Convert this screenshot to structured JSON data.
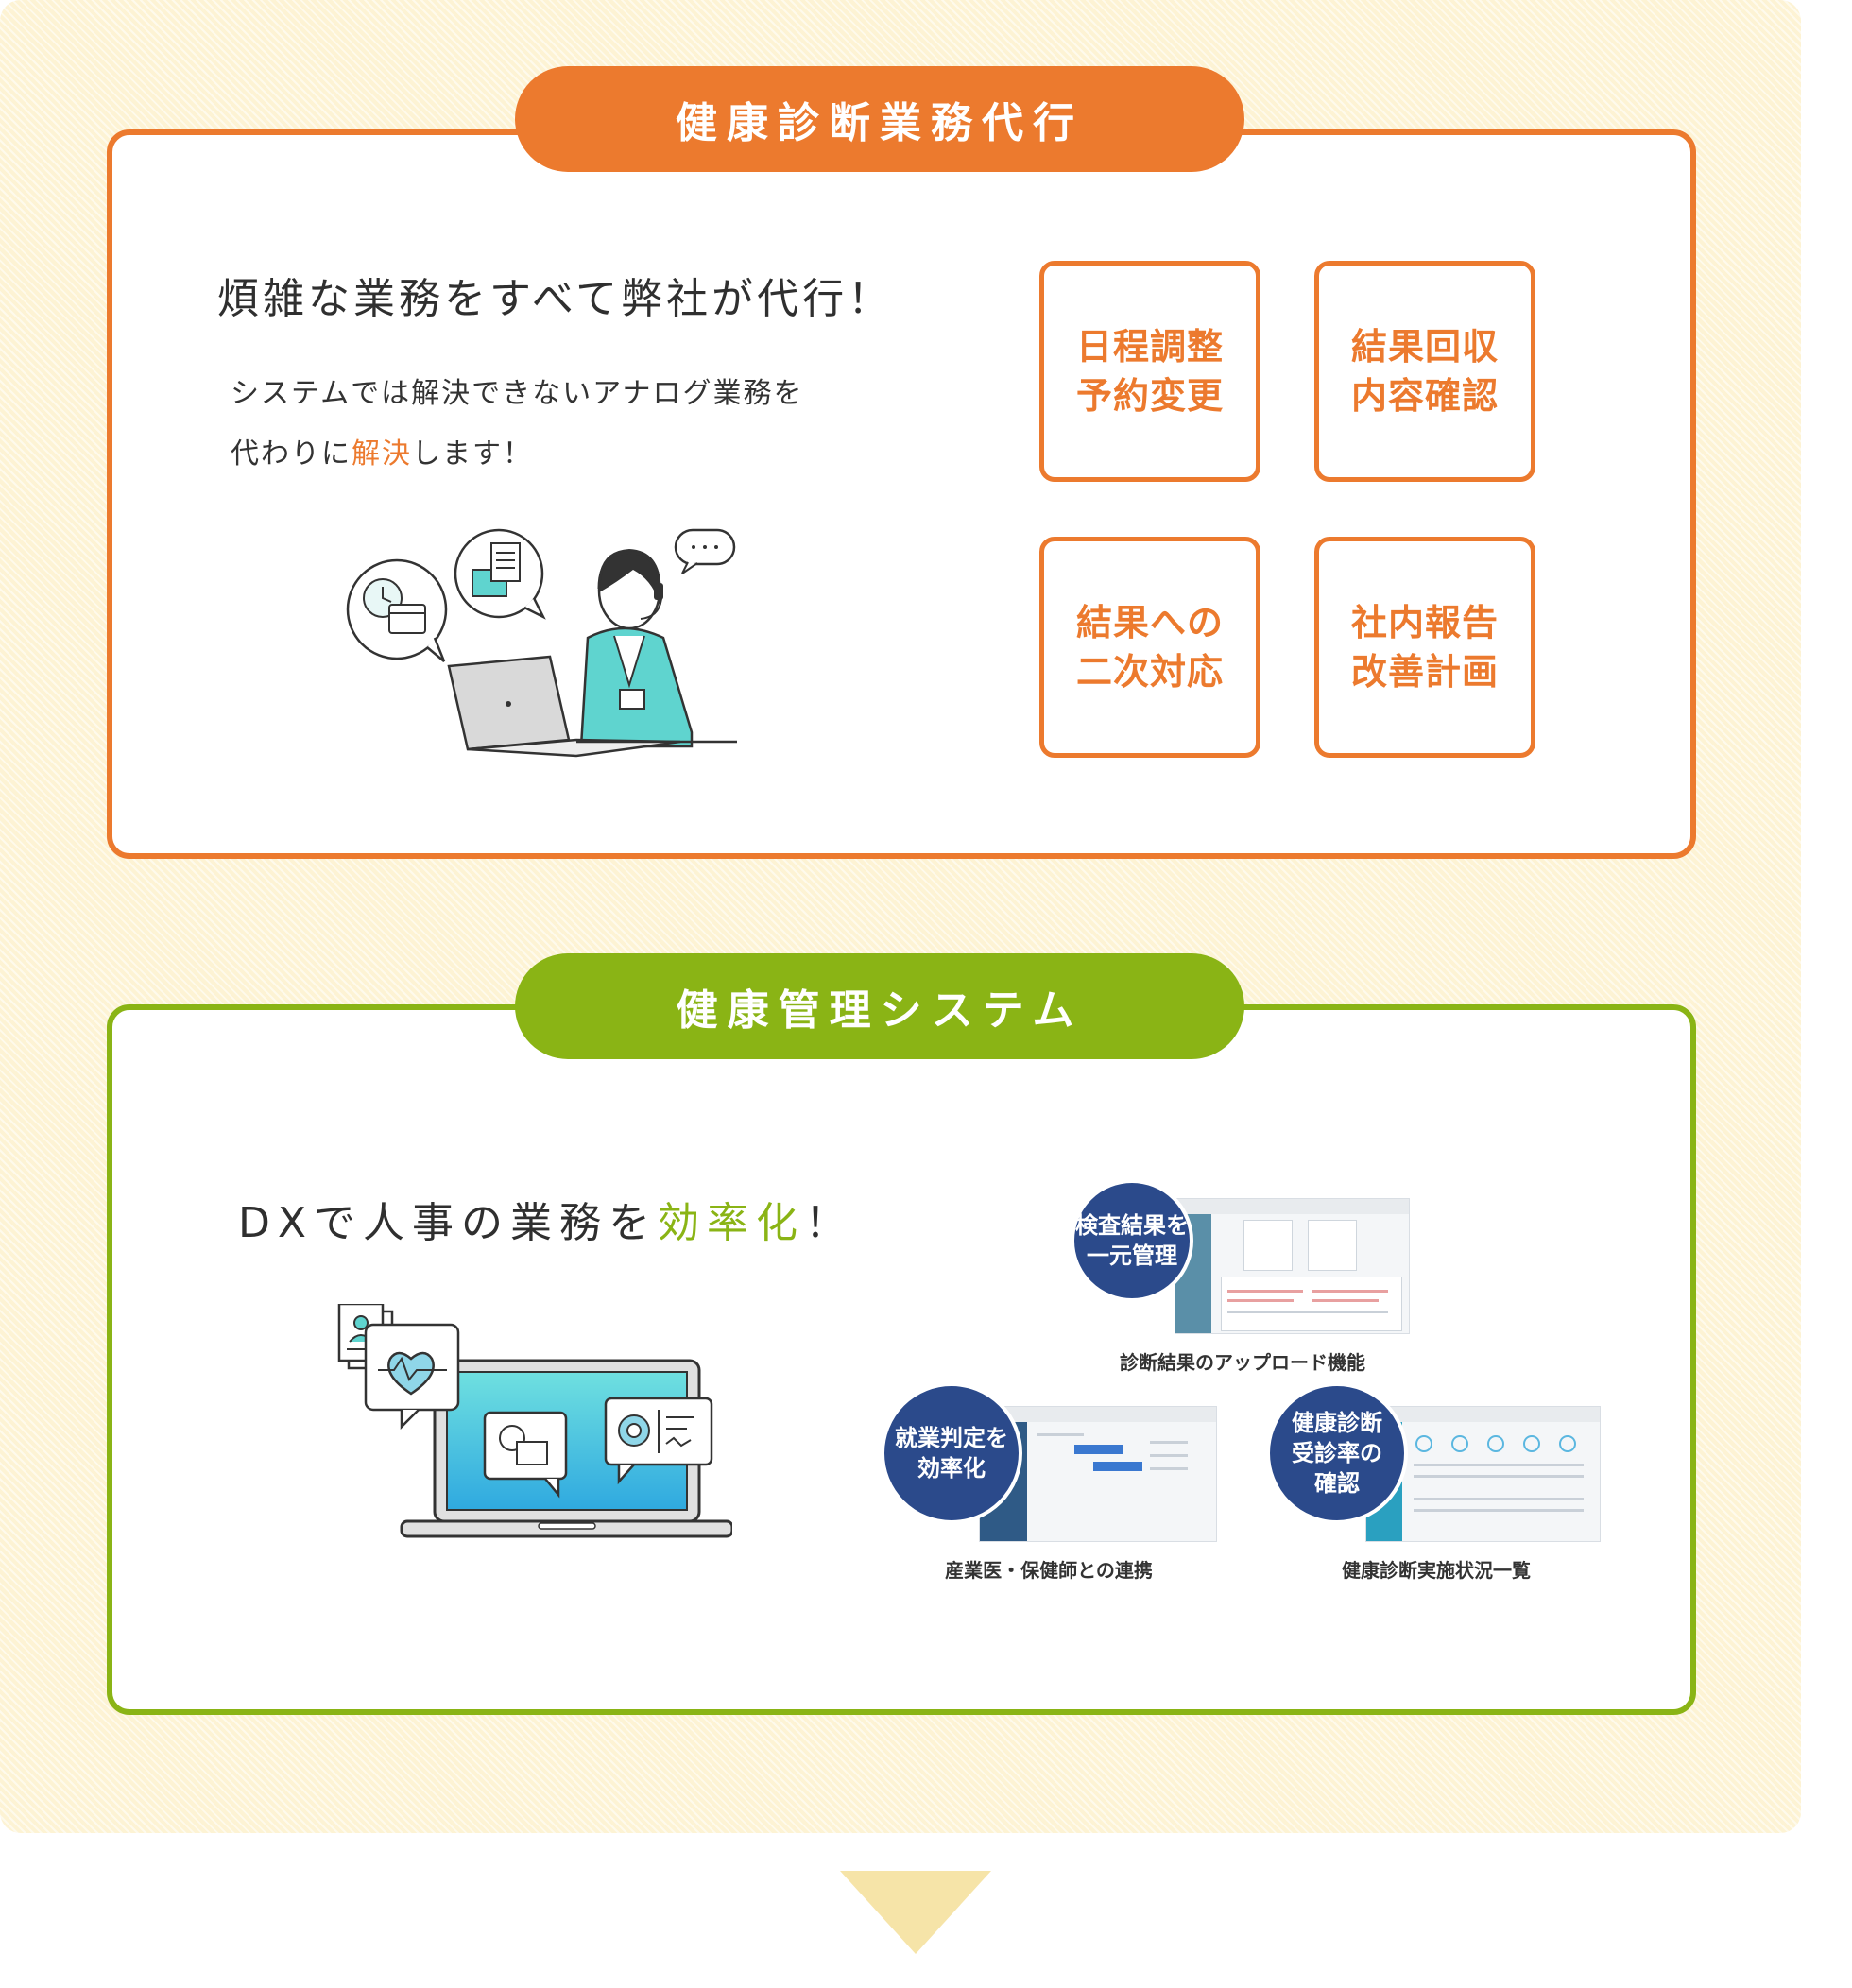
{
  "section_agency": {
    "title": "健康診断業務代行",
    "headline": "煩雑な業務をすべて弊社が代行！",
    "body_line1": "システムでは解決できないアナログ業務を",
    "body_line2_pre": "代わりに",
    "body_line2_accent": "解決",
    "body_line2_post": "します！",
    "tasks": [
      {
        "line1": "日程調整",
        "line2": "予約変更"
      },
      {
        "line1": "結果回収",
        "line2": "内容確認"
      },
      {
        "line1": "結果への",
        "line2": "二次対応"
      },
      {
        "line1": "社内報告",
        "line2": "改善計画"
      }
    ]
  },
  "section_system": {
    "title": "健康管理システム",
    "headline_pre": "DXで人事の業務を",
    "headline_accent": "効率化",
    "headline_post": "！",
    "features": [
      {
        "badge_line1": "検査結果を",
        "badge_line2": "一元管理",
        "caption": "診断結果のアップロード機能"
      },
      {
        "badge_line1": "就業判定を",
        "badge_line2": "効率化",
        "caption": "産業医・保健師との連携"
      },
      {
        "badge_line1": "健康診断",
        "badge_line2": "受診率の",
        "badge_line3": "確認",
        "caption": "健康診断実施状況一覧"
      }
    ]
  },
  "colors": {
    "orange": "#ec7a2e",
    "green": "#8ab415",
    "navy": "#2b4a8b",
    "cream": "#fdf3d4"
  }
}
